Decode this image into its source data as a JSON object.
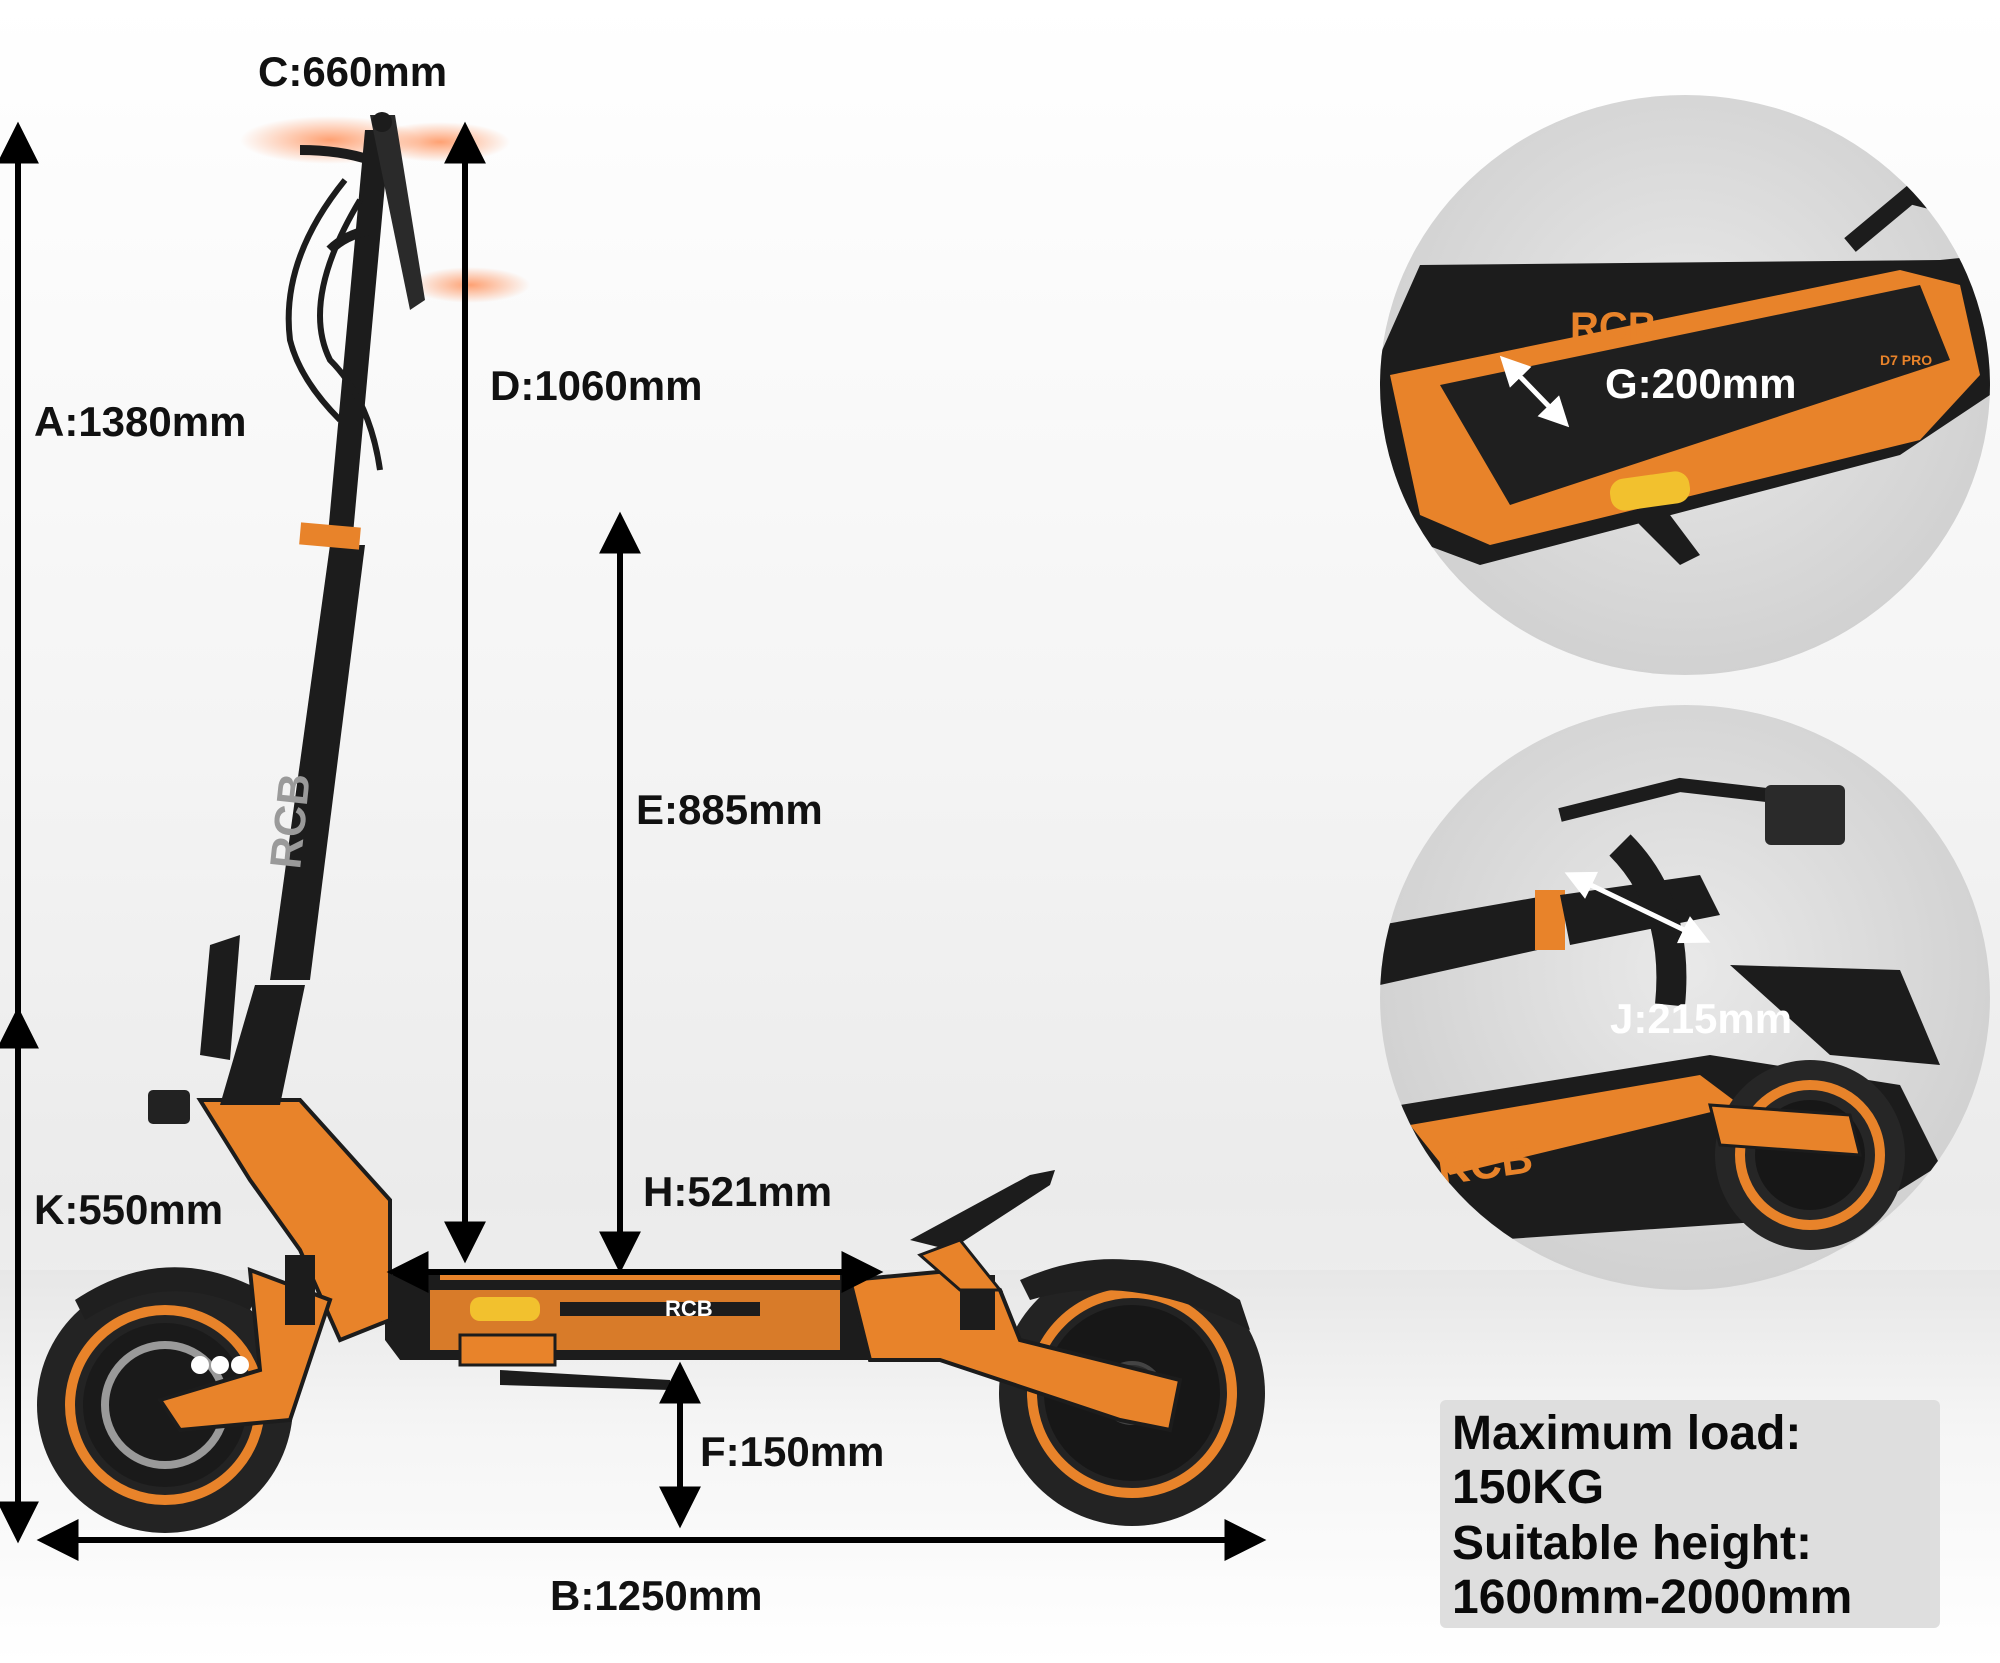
{
  "dimensions": {
    "A": "A:1380mm",
    "B": "B:1250mm",
    "C": "C:660mm",
    "D": "D:1060mm",
    "E": "E:885mm",
    "F": "F:150mm",
    "G": "G:200mm",
    "H": "H:521mm",
    "J": "J:215mm",
    "K": "K:550mm"
  },
  "brand": {
    "stem_logo": "RCB",
    "deck_logo": "RCB",
    "model_badge": "D7 PRO"
  },
  "specs": {
    "load_label": "Maximum load:",
    "load_value": "150KG",
    "height_label": "Suitable height:",
    "height_value": "1600mm-2000mm"
  },
  "colors": {
    "accent_orange": "#e8832a",
    "frame_black": "#1b1b1b",
    "tire": "#262626",
    "reflector": "#f2c12e"
  }
}
